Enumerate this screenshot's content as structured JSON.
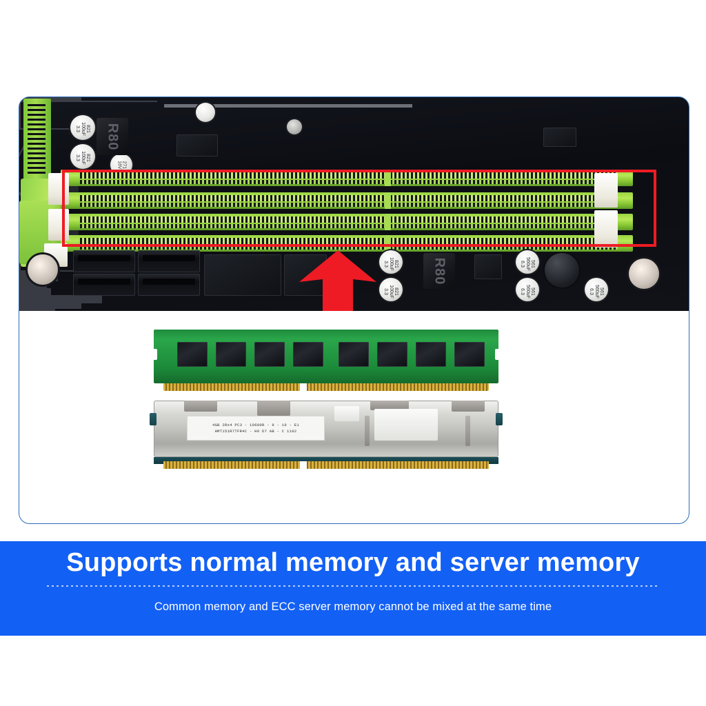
{
  "banner": {
    "headline": "Supports normal memory and server memory",
    "subline": "Common memory and ECC server memory cannot be mixed at the same time",
    "background_color": "#1360f4",
    "text_color": "#ffffff",
    "divider_color": "#b9cffb"
  },
  "card": {
    "border_color": "#2b6cb9",
    "background_color": "#ffffff"
  },
  "photo": {
    "subject": "motherboard-with-dimm-slots",
    "pcb_color": "#0a0c12",
    "slot_color": "#9ad541",
    "highlight_box_color": "#ee1b24",
    "arrow_color": "#ee1b24",
    "slot_count": 4,
    "component_labels": {
      "cap_821": "821",
      "cap_821_sub": "100uF",
      "cap_821_volt": "3.3",
      "cap_561": "561",
      "cap_561_sub": "560uF",
      "cap_561_volt": "6.3",
      "cap_271": "271",
      "cap_271_sub": "16V",
      "inductor": "R80"
    }
  },
  "memory_modules": [
    {
      "name": "normal-desktop-memory",
      "type": "Common memory",
      "pcb_color": "#2aa64a",
      "chip_count": 8,
      "contact_color": "#d9b23f"
    },
    {
      "name": "ecc-server-memory",
      "type": "ECC server memory",
      "heatspreader_color": "#d9d9d6",
      "label_line1": "4GB 2Rx4 PC3 - 10600R - 9 - 10 - E1",
      "label_line2": "HMT151R7TFR4C - H9 D7 AB - C    1102",
      "contact_color": "#d9b23f"
    }
  ]
}
